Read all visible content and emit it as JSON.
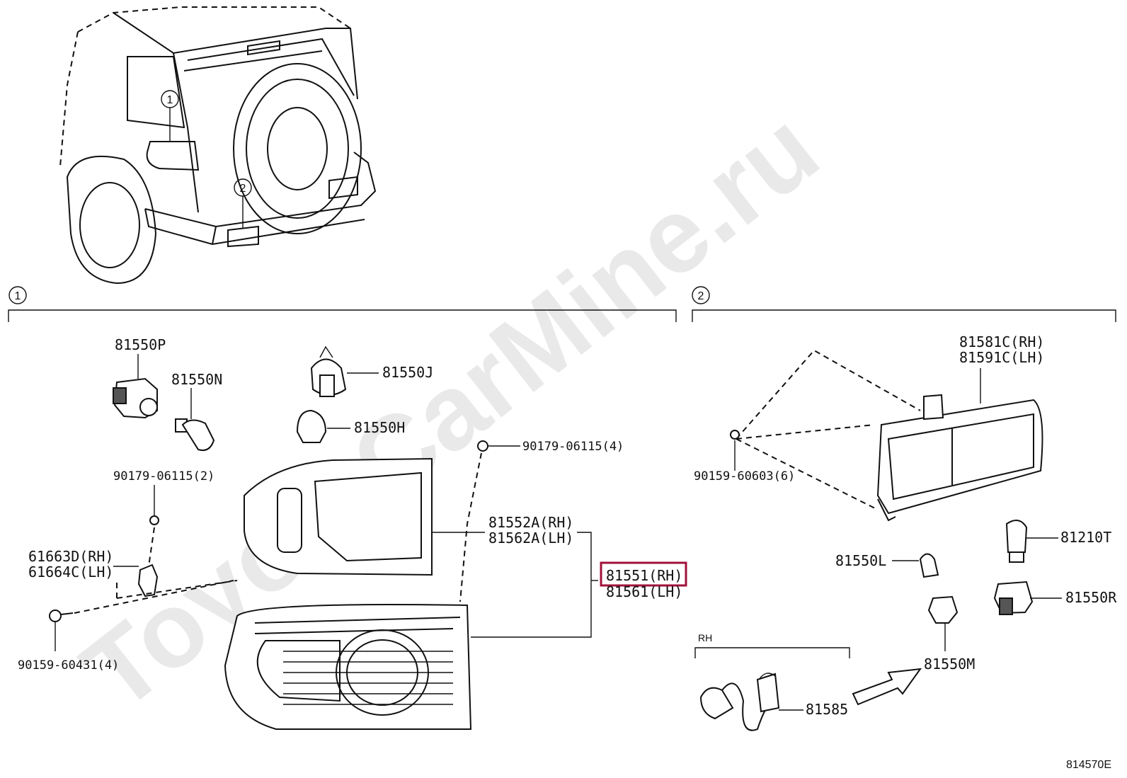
{
  "watermark": "ToyotaCarMine.ru",
  "diagram_id": "814570E",
  "section_markers": {
    "one": "1",
    "two": "2"
  },
  "overview_markers": {
    "one": "1",
    "two": "2"
  },
  "labels": {
    "p81550P": "81550P",
    "p81550N": "81550N",
    "p81550J": "81550J",
    "p81550H": "81550H",
    "p90179_06115_2": "90179-06115(2)",
    "p90179_06115_4": "90179-06115(4)",
    "p61663D": "61663D(RH)",
    "p61664C": "61664C(LH)",
    "p90159_60431": "90159-60431(4)",
    "p81552A": "81552A(RH)",
    "p81562A": "81562A(LH)",
    "p81551": "81551(RH)",
    "p81561": "81561(LH)",
    "p81581C": "81581C(RH)",
    "p81591C": "81591C(LH)",
    "p90159_60603": "90159-60603(6)",
    "p81210T": "81210T",
    "p81550L": "81550L",
    "p81550R": "81550R",
    "p81550M": "81550M",
    "p81585": "81585",
    "rh": "RH"
  },
  "highlight_color": "#a0113a"
}
